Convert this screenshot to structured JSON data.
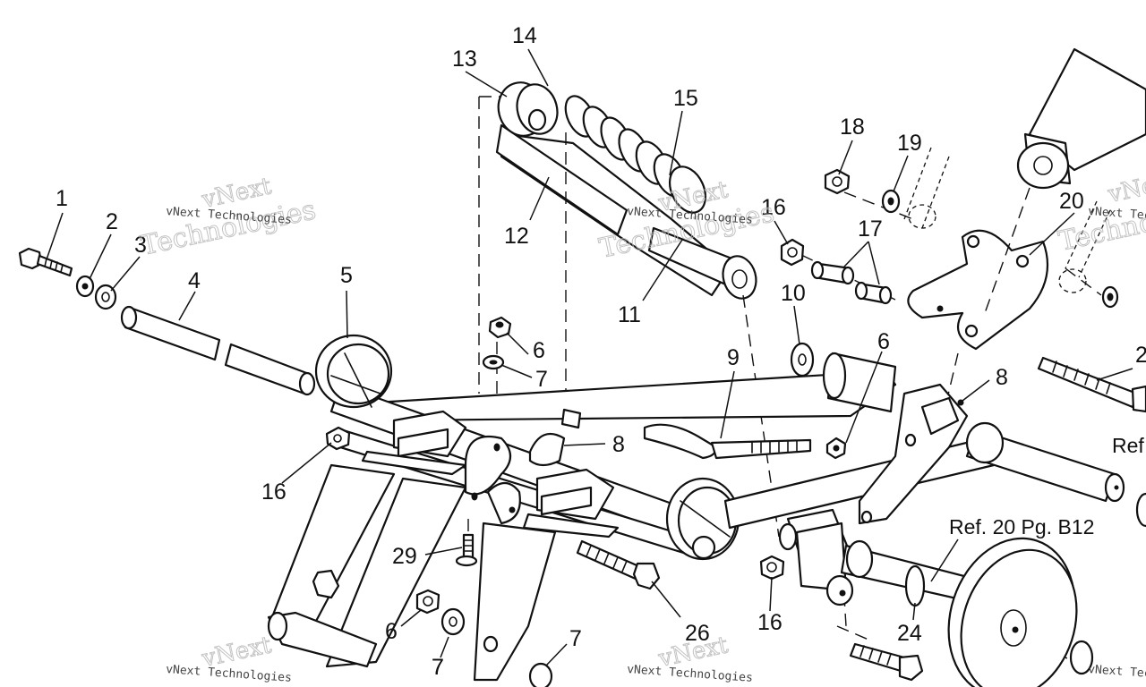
{
  "diagram": {
    "callouts": [
      "1",
      "2",
      "3",
      "4",
      "5",
      "6",
      "7",
      "8",
      "9",
      "10",
      "11",
      "12",
      "13",
      "14",
      "15",
      "16",
      "17",
      "18",
      "19",
      "20",
      "29",
      "26",
      "24",
      "6",
      "7",
      "8",
      "16",
      "16",
      "7",
      "6",
      "7",
      "2"
    ],
    "references": [
      "Ref. 20 Pg. B12",
      "Ref"
    ],
    "watermark": {
      "brand": "vNext",
      "company": "vNext Technologies",
      "script": "Technologies"
    }
  }
}
